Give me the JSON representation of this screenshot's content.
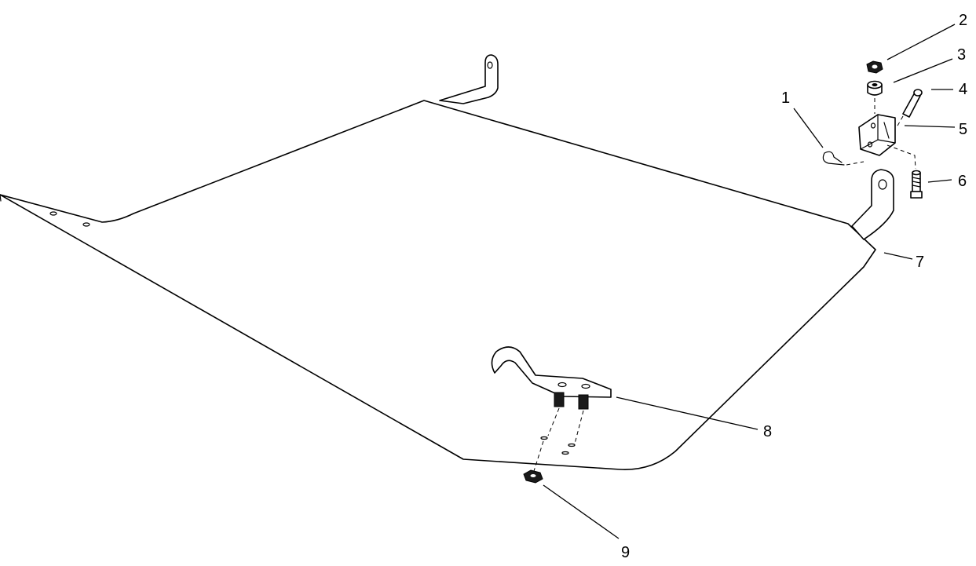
{
  "colors": {
    "line": "#000000",
    "background": "#ffffff"
  },
  "callouts": [
    {
      "id": "1",
      "label": "1"
    },
    {
      "id": "2",
      "label": "2"
    },
    {
      "id": "3",
      "label": "3"
    },
    {
      "id": "4",
      "label": "4"
    },
    {
      "id": "5",
      "label": "5"
    },
    {
      "id": "6",
      "label": "6"
    },
    {
      "id": "7",
      "label": "7"
    },
    {
      "id": "8",
      "label": "8"
    },
    {
      "id": "9",
      "label": "9"
    }
  ]
}
